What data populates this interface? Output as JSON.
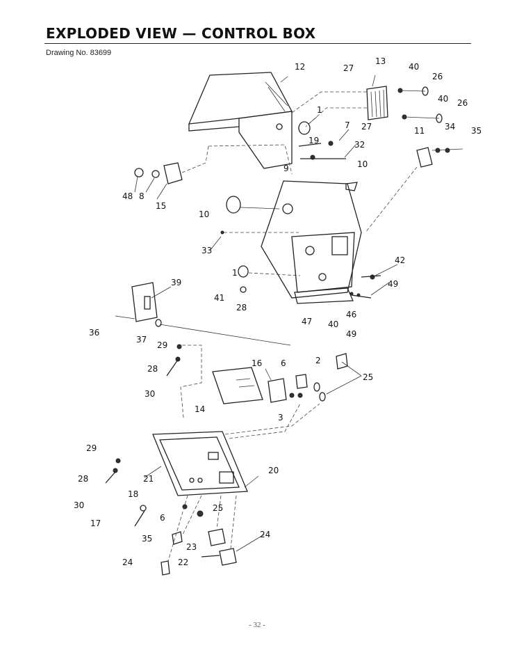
{
  "header": {
    "title": "EXPLODED VIEW — CONTROL BOX",
    "drawing_number": "Drawing No. 83699"
  },
  "callouts": [
    "12",
    "27",
    "13",
    "40",
    "26",
    "40",
    "26",
    "1",
    "7",
    "27",
    "11",
    "34",
    "35",
    "19",
    "32",
    "9",
    "10",
    "48",
    "8",
    "15",
    "10",
    "33",
    "42",
    "1",
    "49",
    "41",
    "28",
    "47",
    "40",
    "46",
    "49",
    "39",
    "36",
    "37",
    "29",
    "28",
    "30",
    "16",
    "6",
    "2",
    "25",
    "14",
    "3",
    "29",
    "28",
    "30",
    "21",
    "20",
    "18",
    "17",
    "6",
    "25",
    "35",
    "23",
    "24",
    "24",
    "22"
  ],
  "footer": {
    "page_number": "- 32 -"
  }
}
